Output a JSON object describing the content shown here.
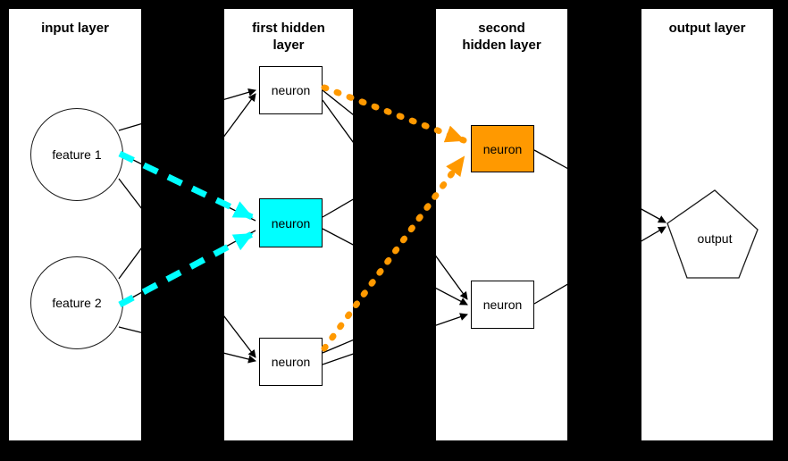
{
  "diagram": {
    "title": "neural network layers diagram",
    "background_color": "#000000",
    "panel_color": "#ffffff",
    "line_color": "#000000",
    "highlight_cyan": "#00FFFF",
    "highlight_orange": "#FF9900"
  },
  "layers": [
    {
      "id": "input",
      "title": "input layer",
      "nodes": [
        {
          "id": "feature-1",
          "label": "feature 1",
          "shape": "circle",
          "fill": "#ffffff"
        },
        {
          "id": "feature-2",
          "label": "feature 2",
          "shape": "circle",
          "fill": "#ffffff"
        }
      ]
    },
    {
      "id": "first-hidden",
      "title": "first hidden layer",
      "title_line_1": "first hidden",
      "title_line_2": "layer",
      "nodes": [
        {
          "id": "fh-top",
          "label": "neuron",
          "shape": "rect",
          "fill": "#ffffff"
        },
        {
          "id": "fh-mid",
          "label": "neuron",
          "shape": "rect",
          "fill": "#00FFFF"
        },
        {
          "id": "fh-bottom",
          "label": "neuron",
          "shape": "rect",
          "fill": "#ffffff"
        }
      ]
    },
    {
      "id": "second-hidden",
      "title": "second hidden layer",
      "title_line_1": "second",
      "title_line_2": "hidden layer",
      "nodes": [
        {
          "id": "sh-top",
          "label": "neuron",
          "shape": "rect",
          "fill": "#FF9900"
        },
        {
          "id": "sh-bottom",
          "label": "neuron",
          "shape": "rect",
          "fill": "#ffffff"
        }
      ]
    },
    {
      "id": "output",
      "title": "output layer",
      "nodes": [
        {
          "id": "output-node",
          "label": "output",
          "shape": "pentagon",
          "fill": "#ffffff"
        }
      ]
    }
  ],
  "edges": {
    "cyan_arrows": [
      {
        "from": "feature-1",
        "to": "fh-mid",
        "style": "dashed",
        "color": "#00FFFF"
      },
      {
        "from": "feature-2",
        "to": "fh-mid",
        "style": "dashed",
        "color": "#00FFFF"
      }
    ],
    "orange_arrows": [
      {
        "from": "fh-top",
        "to": "sh-top",
        "style": "dotted",
        "color": "#FF9900"
      },
      {
        "from": "fh-bottom",
        "to": "sh-top",
        "style": "dotted",
        "color": "#FF9900"
      }
    ],
    "plain_count": 12
  }
}
